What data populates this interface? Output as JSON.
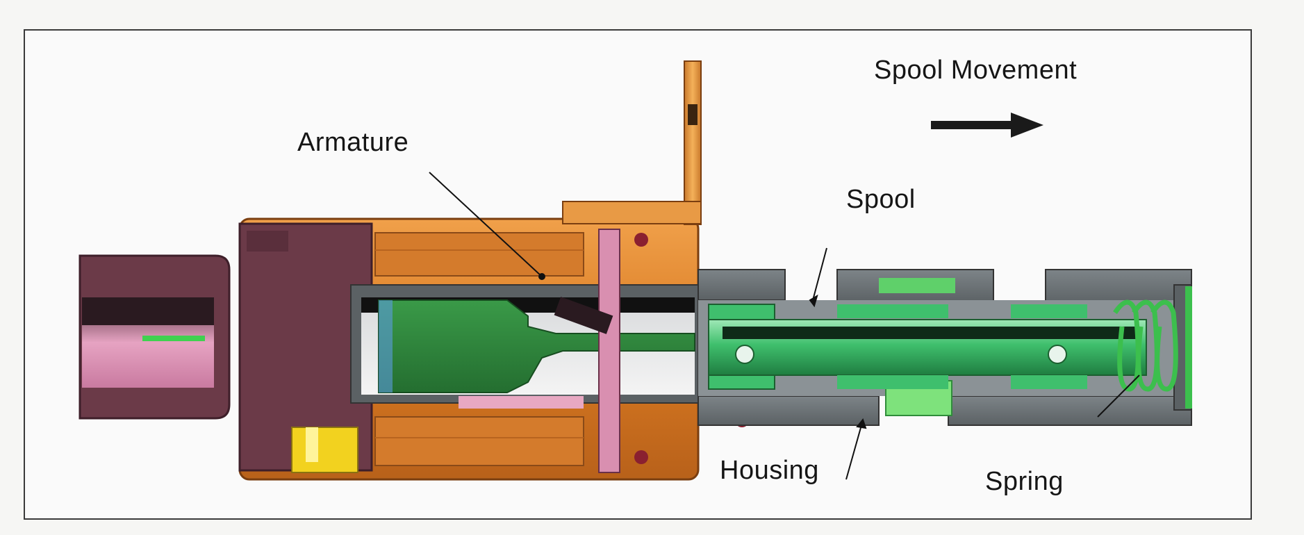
{
  "figure": {
    "labels": {
      "spool_movement": "Spool Movement",
      "armature": "Armature",
      "spool": "Spool",
      "housing": "Housing",
      "spring": "Spring"
    }
  },
  "colors": {
    "coil_orange": "#e0852a",
    "end_cap_maroon": "#6b3a48",
    "connector_pink": "#d98fb0",
    "body_gray": "#6e7478",
    "armature_green": "#2f8c3a",
    "spool_green": "#4fc27a",
    "spring_green": "#3cbf4d",
    "terminal_yellow": "#f2d21f",
    "oring_red": "#8a2030"
  }
}
